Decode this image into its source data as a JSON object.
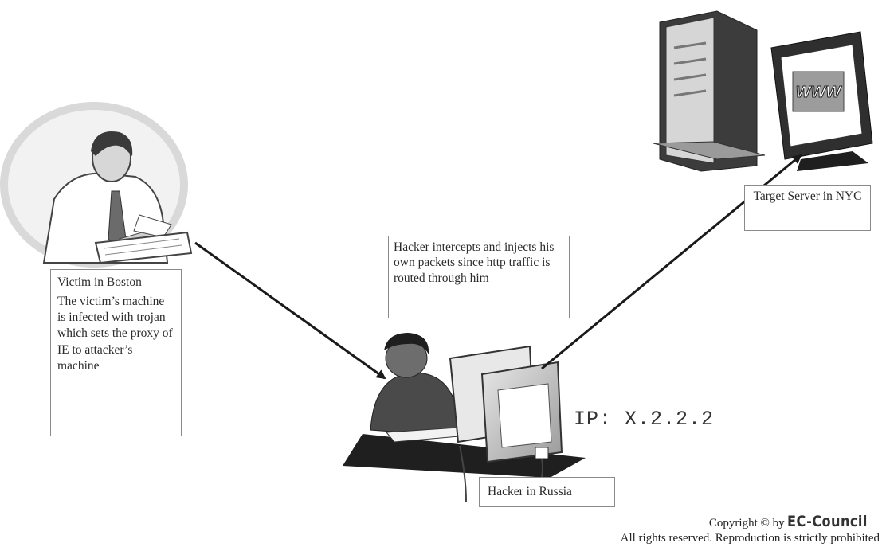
{
  "victim": {
    "heading": "Victim in Boston",
    "text": "The victim’s machine is infected with trojan which sets the proxy of IE to attacker’s machine"
  },
  "hacker_note": "Hacker intercepts and injects his own packets since http traffic is routed through him",
  "target": {
    "label": "Target Server in NYC",
    "screen_text": "WWW"
  },
  "hacker_label": "Hacker in Russia",
  "ip": "IP: X.2.2.2",
  "copyright": {
    "prefix": "Copyright © by",
    "brand": "EC-Council",
    "notice": "All rights reserved. Reproduction is strictly prohibited"
  },
  "colors": {
    "ink": "#222222",
    "border": "#8a8a8a",
    "arrow": "#1a1a1a"
  }
}
